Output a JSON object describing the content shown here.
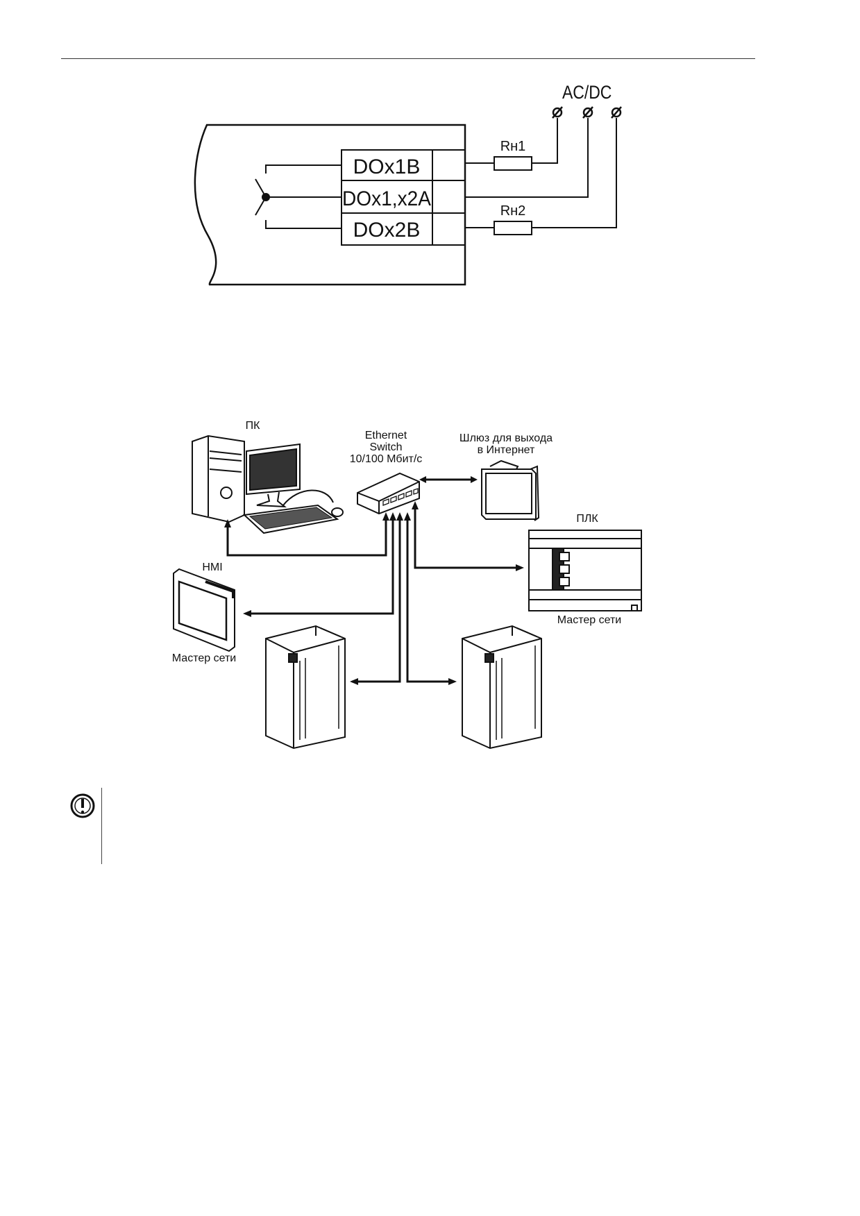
{
  "wiring_diagram": {
    "supply_label": "AC/DC",
    "terminals": [
      "DOx1B",
      "DOx1,x2A",
      "DOx2B"
    ],
    "loads": [
      "Rн1",
      "Rн2"
    ]
  },
  "network_diagram": {
    "pc_label": "ПК",
    "switch_label": [
      "Ethernet",
      "Switch",
      "10/100 Мбит/с"
    ],
    "gateway_label": [
      "Шлюз для выхода",
      "в Интернет"
    ],
    "plc_label": "ПЛК",
    "plc_role": "Мастер сети",
    "hmi_label": "HMI",
    "hmi_role": "Мастер сети"
  },
  "notice": {
    "icon": "exclamation-circle-icon"
  }
}
